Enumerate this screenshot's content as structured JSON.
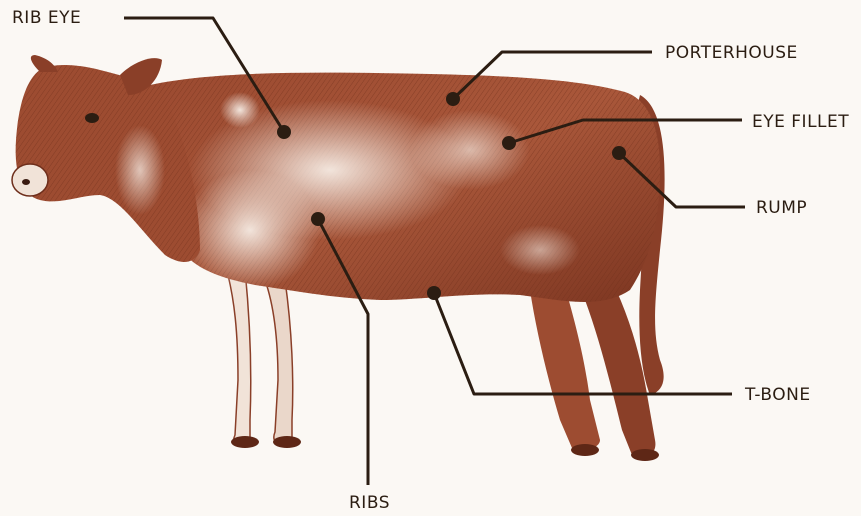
{
  "diagram": {
    "subject": "cow",
    "colors": {
      "background": "#fbf8f4",
      "cow_dark": "#8a3f28",
      "cow_mid": "#b06a4e",
      "cow_light": "#f3e6dc",
      "leader_line": "#2b1d12",
      "label_text": "#2b1d12"
    },
    "cuts": [
      {
        "id": "rib-eye",
        "label": "RIB EYE"
      },
      {
        "id": "porterhouse",
        "label": "PORTERHOUSE"
      },
      {
        "id": "eye-fillet",
        "label": "EYE FILLET"
      },
      {
        "id": "rump",
        "label": "RUMP"
      },
      {
        "id": "t-bone",
        "label": "T-BONE"
      },
      {
        "id": "ribs",
        "label": "RIBS"
      }
    ]
  }
}
